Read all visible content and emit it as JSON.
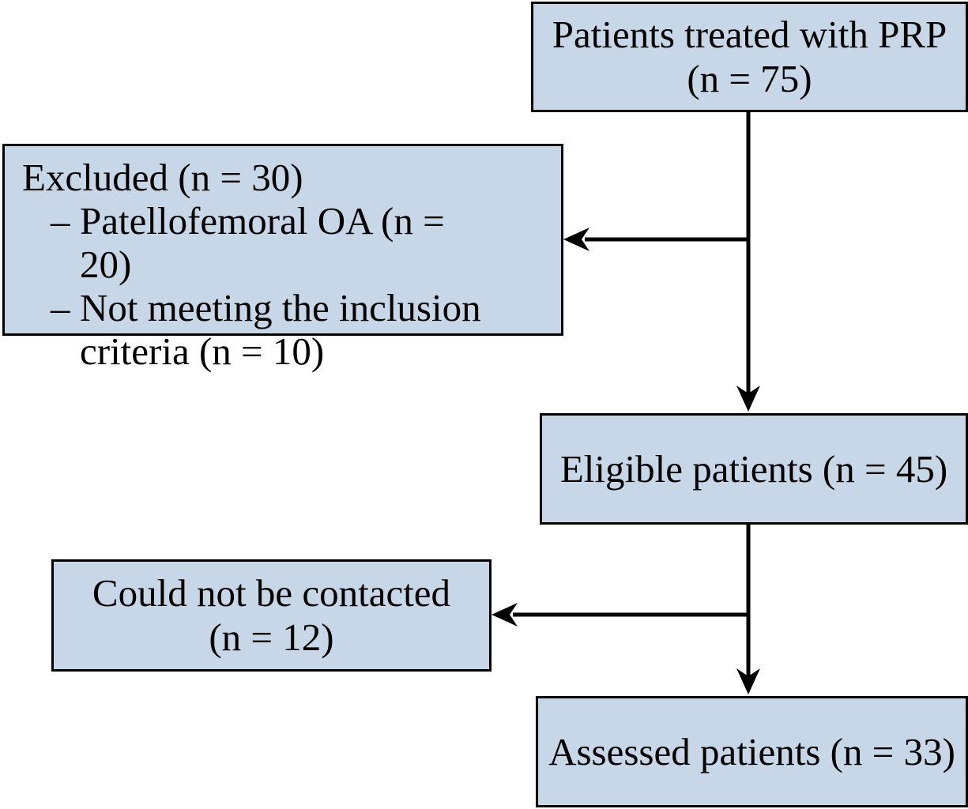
{
  "colors": {
    "box_fill": "#c7d7e7",
    "box_border": "#000000",
    "arrow": "#000000",
    "background": "#ffffff"
  },
  "nodes": {
    "treated": {
      "line1": "Patients treated with PRP",
      "line2": "(n = 75)"
    },
    "excluded": {
      "title": "Excluded (n = 30)",
      "items": [
        {
          "bullet": "–",
          "text": "Patellofemoral OA (n = 20)"
        },
        {
          "bullet": "–",
          "text": "Not meeting the inclusion criteria (n = 10)"
        }
      ]
    },
    "eligible": {
      "line1": "Eligible patients (n = 45)"
    },
    "not_contacted": {
      "line1": "Could not be contacted",
      "line2": "(n = 12)"
    },
    "assessed": {
      "line1": "Assessed patients (n = 33)"
    }
  }
}
